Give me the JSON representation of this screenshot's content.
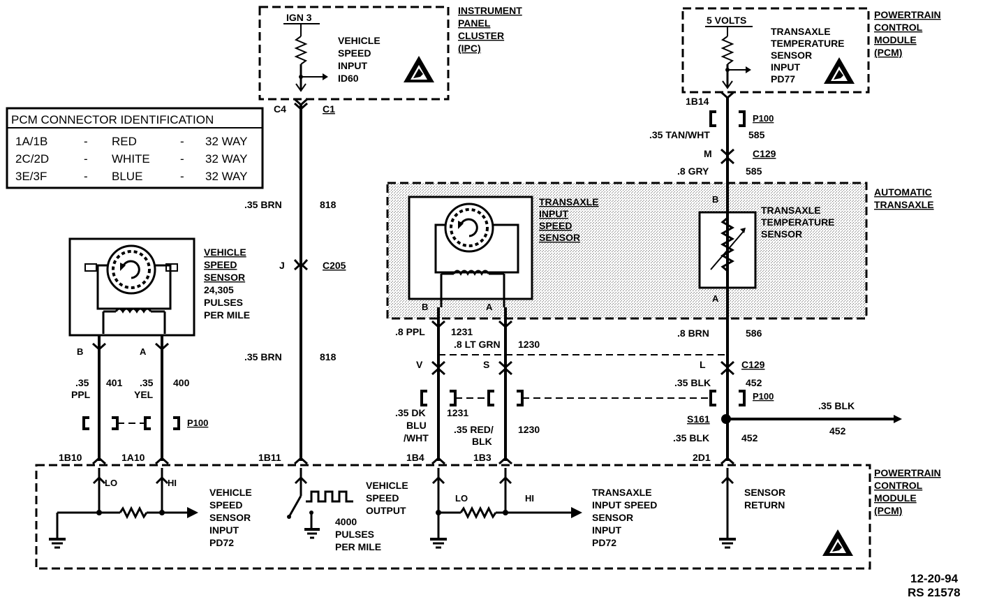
{
  "pcm_table": {
    "title": "PCM CONNECTOR IDENTIFICATION",
    "rows": [
      {
        "conn": "1A/1B",
        "color": "RED",
        "ways": "32 WAY"
      },
      {
        "conn": "2C/2D",
        "color": "WHITE",
        "ways": "32 WAY"
      },
      {
        "conn": "3E/3F",
        "color": "BLUE",
        "ways": "32 WAY"
      }
    ],
    "dash": "-"
  },
  "ipc": {
    "power": "IGN 3",
    "input": [
      "VEHICLE",
      "SPEED",
      "INPUT",
      "ID60"
    ],
    "title": [
      "INSTRUMENT",
      "PANEL",
      "CLUSTER",
      "(IPC)"
    ],
    "pin_left": "C4",
    "pin_right": "C1"
  },
  "pcm_top": {
    "power": "5 VOLTS",
    "input": [
      "TRANSAXLE",
      "TEMPERATURE",
      "SENSOR",
      "INPUT",
      "PD77"
    ],
    "title": [
      "POWERTRAIN",
      "CONTROL",
      "MODULE",
      "(PCM)"
    ],
    "pin": "1B14"
  },
  "wires": {
    "w818_top": {
      "size": ".35 BRN",
      "circuit": "818"
    },
    "w818_bot": {
      "size": ".35 BRN",
      "circuit": "818"
    },
    "c205": {
      "pin": "J",
      "name": "C205"
    },
    "w585_top": {
      "size": ".35 TAN/WHT",
      "circuit": "585"
    },
    "w585_bot": {
      "size": ".8 GRY",
      "circuit": "585"
    },
    "c129_top": {
      "pin": "M",
      "name": "C129"
    },
    "w586": {
      "size": ".8 BRN",
      "circuit": "586"
    },
    "c129_bot": {
      "pin": "L",
      "name": "C129"
    },
    "w452_a": {
      "size": ".35 BLK",
      "circuit": "452"
    },
    "w452_b": {
      "size": ".35 BLK",
      "circuit": "452"
    },
    "w452_c": {
      "size": ".35 BLK",
      "circuit": "452"
    },
    "s161": "S161",
    "w1231_top": {
      "size": ".8 PPL",
      "circuit": "1231"
    },
    "w1230_top": {
      "size": ".8 LT GRN",
      "circuit": "1230"
    },
    "w1231_bot": {
      "size": [
        ".35 DK",
        "BLU",
        "/WHT"
      ],
      "circuit": "1231"
    },
    "w1230_bot": {
      "size": [
        ".35 RED/",
        "BLK"
      ],
      "circuit": "1230"
    },
    "w401": {
      "size": [
        ".35",
        "PPL"
      ],
      "circuit": "401"
    },
    "w400": {
      "size": [
        ".35",
        "YEL"
      ],
      "circuit": "400"
    },
    "p100": "P100"
  },
  "vss": {
    "title": [
      "VEHICLE",
      "SPEED",
      "SENSOR",
      "24,305",
      "PULSES",
      "PER MILE"
    ],
    "pin_b": "B",
    "pin_a": "A"
  },
  "auto_transaxle": {
    "title": [
      "AUTOMATIC",
      "TRANSAXLE"
    ],
    "tiss": [
      "TRANSAXLE",
      "INPUT",
      "SPEED",
      "SENSOR"
    ],
    "tts": [
      "TRANSAXLE",
      "TEMPERATURE",
      "SENSOR"
    ],
    "pin_b": "B",
    "pin_a": "A",
    "tts_pin_b": "B",
    "tts_pin_a": "A",
    "pin_v": "V",
    "pin_s": "S"
  },
  "pcm_bottom": {
    "title": [
      "POWERTRAIN",
      "CONTROL",
      "MODULE",
      "(PCM)"
    ],
    "pins": {
      "p1b10": "1B10",
      "p1a10": "1A10",
      "p1b11": "1B11",
      "p1b4": "1B4",
      "p1b3": "1B3",
      "p2d1": "2D1"
    },
    "lo": "LO",
    "hi": "HI",
    "lo2": "LO",
    "hi2": "HI",
    "vss_input": [
      "VEHICLE",
      "SPEED",
      "SENSOR",
      "INPUT",
      "PD72"
    ],
    "vss_output": [
      "VEHICLE",
      "SPEED",
      "OUTPUT"
    ],
    "pulses": [
      "4000",
      "PULSES",
      "PER MILE"
    ],
    "tiss_input": [
      "TRANSAXLE",
      "INPUT SPEED",
      "SENSOR",
      "INPUT",
      "PD72"
    ],
    "sensor_return": [
      "SENSOR",
      "RETURN"
    ]
  },
  "footer": {
    "date": "12-20-94",
    "ref": "RS 21578"
  }
}
